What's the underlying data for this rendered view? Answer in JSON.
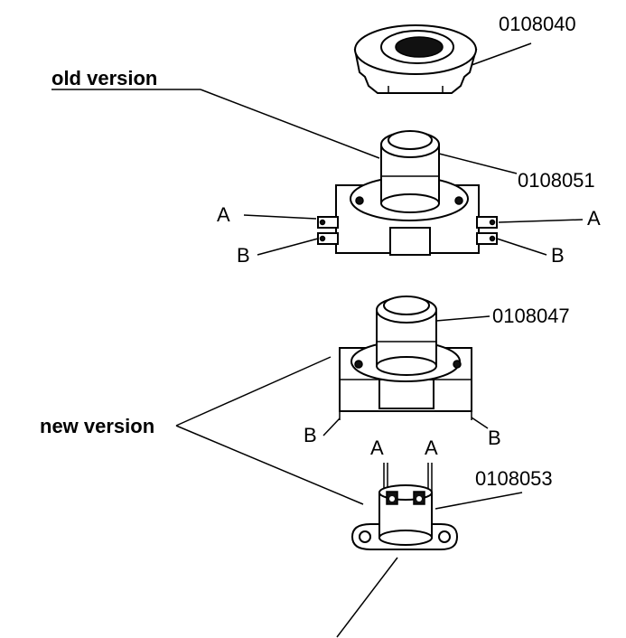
{
  "labels": {
    "old_version": "old version",
    "new_version": "new version",
    "part_ring": "0108040",
    "part_old_thermostat": "0108051",
    "part_new_holder": "0108047",
    "part_new_thermostat": "0108053",
    "terminal_a": "A",
    "terminal_b": "B"
  }
}
